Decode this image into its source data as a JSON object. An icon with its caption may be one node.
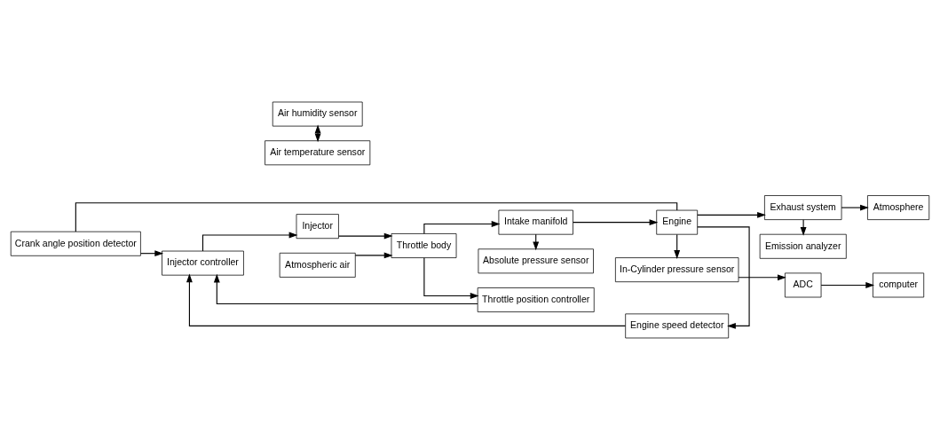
{
  "diagram": {
    "nodes": [
      {
        "text": [
          "Crank angle position detector"
        ]
      },
      {
        "text": [
          "Injector controller"
        ]
      },
      {
        "text": [
          "Injector"
        ]
      },
      {
        "text": [
          "Absolute pressure sensor"
        ]
      },
      {
        "text": [
          "Engine speed detector"
        ]
      },
      {
        "text": [
          "Emission analyzer"
        ]
      },
      {
        "text": [
          "Air humidity sensor"
        ]
      },
      {
        "text": [
          "Atmospheric air"
        ]
      },
      {
        "text": [
          "Throttle body"
        ]
      },
      {
        "text": [
          "Intake manifold"
        ]
      },
      {
        "text": [
          "Engine"
        ]
      },
      {
        "text": [
          "Exhaust system"
        ]
      },
      {
        "text": [
          "Atmosphere"
        ]
      },
      {
        "text": [
          "Air temperature sensor"
        ]
      },
      {
        "text": [
          "Throttle position controller"
        ]
      },
      {
        "text": [
          "In-Cylinder pressure sensor"
        ]
      },
      {
        "text": [
          "ADC"
        ]
      },
      {
        "text": [
          "computer"
        ]
      }
    ],
    "edges": [
      {
        "from": 0,
        "to": 1,
        "arrow": "to"
      },
      {
        "from": 4,
        "to": 1,
        "arrow": "to"
      },
      {
        "from": 1,
        "to": 2,
        "arrow": "to"
      },
      {
        "from": 2,
        "to": 8,
        "arrow": "to"
      },
      {
        "from": 7,
        "to": 8,
        "arrow": "to"
      },
      {
        "from": 6,
        "to": 13,
        "arrow": "both"
      },
      {
        "from": 8,
        "to": 9,
        "arrow": "to"
      },
      {
        "from": 8,
        "to": 14,
        "arrow": "to"
      },
      {
        "from": 14,
        "to": 1,
        "arrow": "to"
      },
      {
        "from": 9,
        "to": 3,
        "arrow": "to"
      },
      {
        "from": 9,
        "to": 10,
        "arrow": "to"
      },
      {
        "from": 10,
        "to": 4,
        "arrow": "to"
      },
      {
        "from": 10,
        "to": 0,
        "arrow": "none"
      },
      {
        "from": 10,
        "to": 11,
        "arrow": "to"
      },
      {
        "from": 10,
        "to": 15,
        "arrow": "to"
      },
      {
        "from": 11,
        "to": 5,
        "arrow": "to"
      },
      {
        "from": 11,
        "to": 12,
        "arrow": "to"
      },
      {
        "from": 15,
        "to": 16,
        "arrow": "to"
      },
      {
        "from": 16,
        "to": 17,
        "arrow": "to"
      }
    ]
  }
}
